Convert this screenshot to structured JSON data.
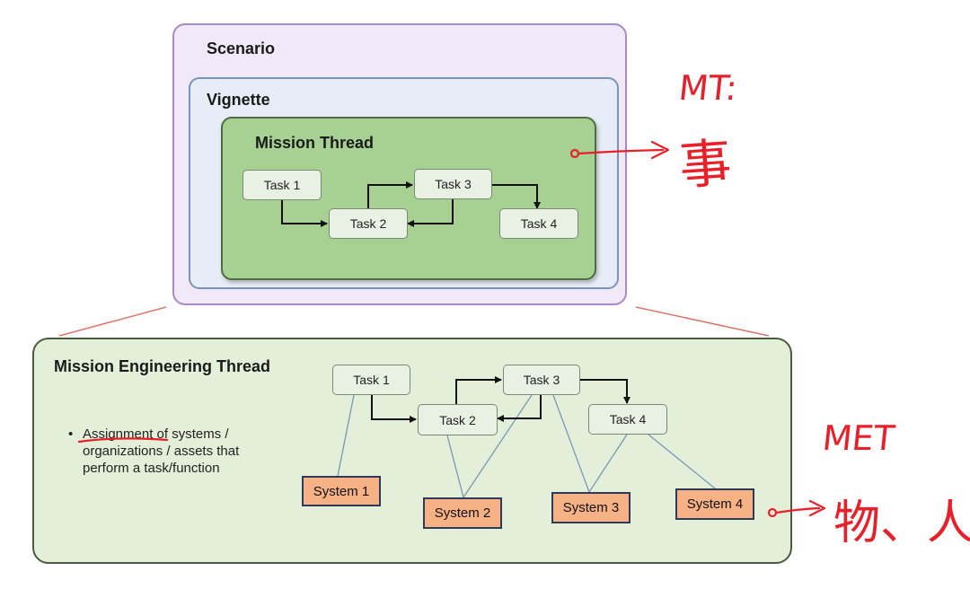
{
  "scenario": {
    "title": "Scenario"
  },
  "vignette": {
    "title": "Vignette"
  },
  "mission_thread": {
    "title": "Mission Thread",
    "tasks": [
      "Task 1",
      "Task 2",
      "Task 3",
      "Task 4"
    ]
  },
  "met": {
    "title": "Mission Engineering Thread",
    "bullet": "Assignment of systems / organizations / assets that perform a task/function",
    "tasks": [
      "Task 1",
      "Task 2",
      "Task 3",
      "Task 4"
    ],
    "systems": [
      "System 1",
      "System 2",
      "System 3",
      "System 4"
    ]
  },
  "annotations": {
    "mt_note": "MT:",
    "mt_char": "事",
    "met_note": "MET",
    "met_chars": "物、人"
  },
  "colors": {
    "annotation_red": "#e8202a",
    "scenario_fill": "#f1e9f7",
    "vignette_fill": "#e6edf6",
    "mission_thread_fill": "#a6d193",
    "met_fill": "#e3efd8",
    "system_fill": "#f6b184"
  }
}
